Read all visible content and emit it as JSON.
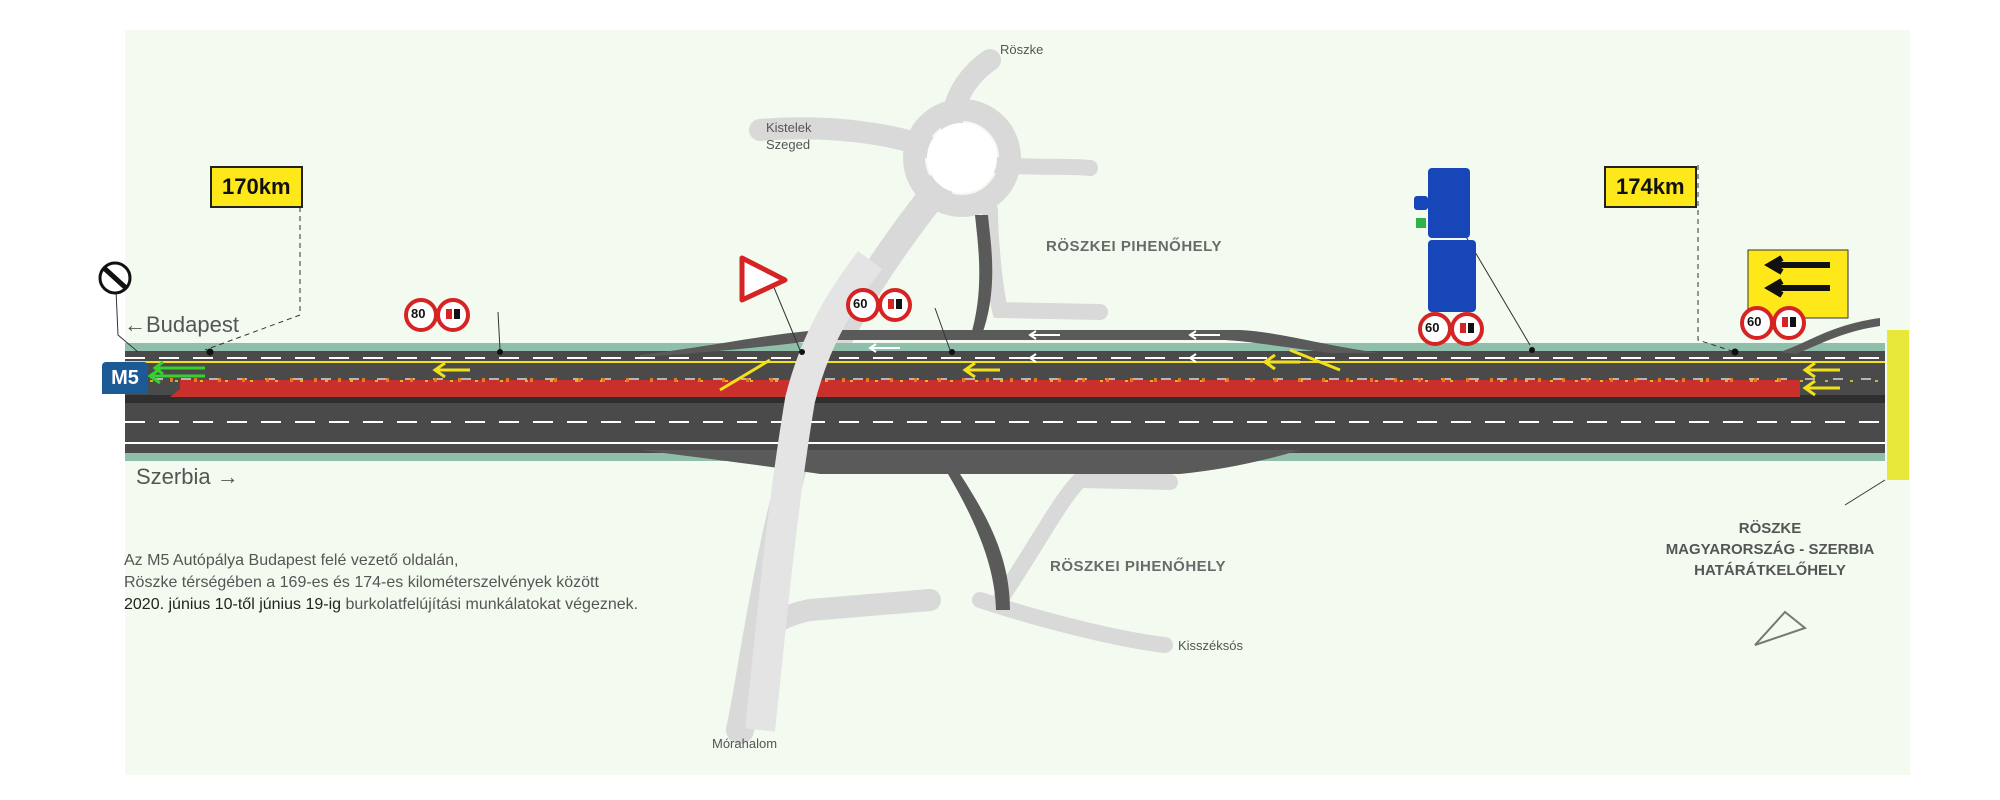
{
  "places": {
    "roszke": "Röszke",
    "kistelek": "Kistelek",
    "szeged": "Szeged",
    "morahalom": "Mórahalom",
    "kisszeksos": "Kisszéksós"
  },
  "rest_area_north": "RÖSZKEI PIHENŐHELY",
  "rest_area_south": "RÖSZKEI PIHENŐHELY",
  "directions": {
    "budapest": "Budapest",
    "szerbia": "Szerbia"
  },
  "km_markers": [
    "170km",
    "174km"
  ],
  "motorway_shield": "M5",
  "speed_limits": [
    "80",
    "60",
    "60",
    "60"
  ],
  "border_crossing": [
    "RÖSZKE",
    "MAGYARORSZÁG - SZERBIA",
    "HATÁRÁTKELŐHELY"
  ],
  "info": {
    "line1": "Az M5 Autópálya Budapest felé vezető oldalán,",
    "line2": "Röszke térségében a 169-es és 174-es kilométerszelvények között",
    "dates": "2020. június 10-től június 19-ig",
    "rest": " burkolatfelújítási munkálatokat végeznek."
  },
  "colors": {
    "asphalt": "#4a4a4a",
    "closed_lane": "#c9302c",
    "green_strip": "#8fbfaa",
    "yellow_marking": "#f2e01a",
    "sign_blue": "#1746b8",
    "border_yellow": "#e8e83a"
  }
}
